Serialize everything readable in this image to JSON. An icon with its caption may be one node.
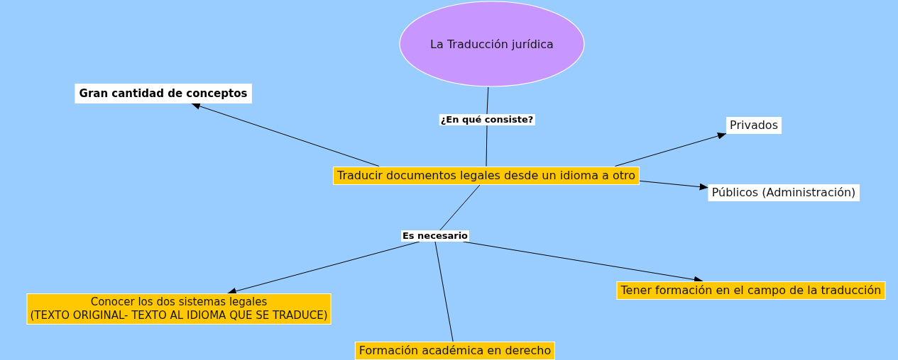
{
  "diagram": {
    "nodes": [
      {
        "text": [
          "La Traducción jurídica"
        ]
      },
      {
        "text": [
          "¿En qué consiste?"
        ]
      },
      {
        "text": [
          "Gran cantidad de conceptos"
        ]
      },
      {
        "text": [
          "Privados"
        ]
      },
      {
        "text": [
          "Traducir documentos legales desde un idioma a otro"
        ]
      },
      {
        "text": [
          "Públicos (Administración)"
        ]
      },
      {
        "text": [
          "Es necesario"
        ]
      },
      {
        "text": [
          "Tener formación en el campo de la traducción"
        ]
      },
      {
        "text": [
          "Conocer los dos sistemas legales",
          "(TEXTO ORIGINAL- TEXTO AL IDIOMA QUE SE TRADUCE)"
        ]
      },
      {
        "text": [
          "Formación académica en derecho"
        ]
      }
    ],
    "edges": [
      {
        "from": 0,
        "to": 1,
        "arrow": "none"
      },
      {
        "from": 1,
        "to": 4,
        "arrow": "none"
      },
      {
        "from": 4,
        "to": 2,
        "arrow": "to"
      },
      {
        "from": 4,
        "to": 3,
        "arrow": "to"
      },
      {
        "from": 4,
        "to": 5,
        "arrow": "to"
      },
      {
        "from": 4,
        "to": 6,
        "arrow": "none"
      },
      {
        "from": 6,
        "to": 8,
        "arrow": "to"
      },
      {
        "from": 6,
        "to": 9,
        "arrow": "none"
      },
      {
        "from": 6,
        "to": 7,
        "arrow": "to"
      }
    ]
  }
}
